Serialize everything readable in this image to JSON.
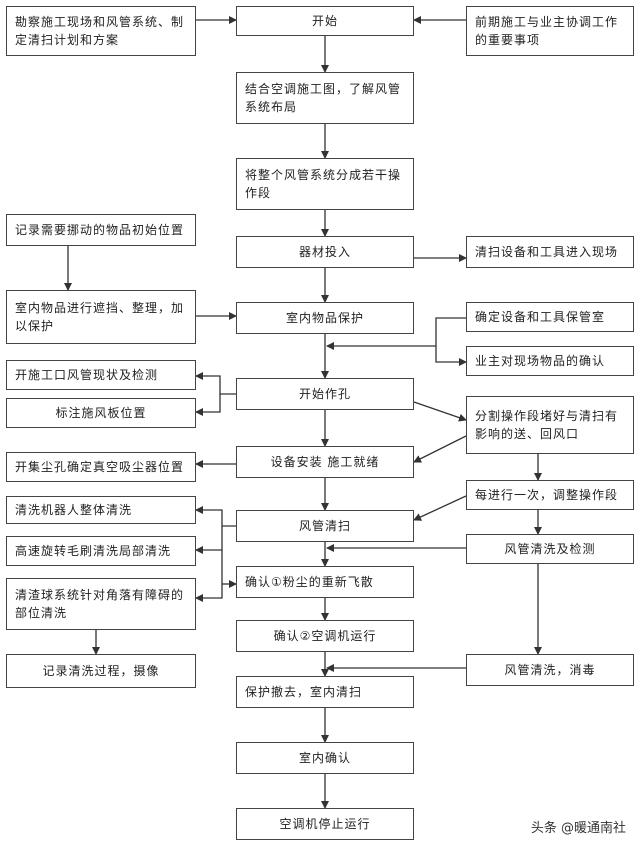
{
  "nodes": {
    "n_survey": "勘察施工现场和风管系统、制定清扫计划和方案",
    "n_start": "开始",
    "n_coord": "前期施工与业主协调工作的重要事项",
    "n_combine": "结合空调施工图，了解风管系统布局",
    "n_divide": "将整个风管系统分成若干操作段",
    "n_record_items": "记录需要挪动的物品初始位置",
    "n_equip_in": "器材投入",
    "n_tools_in": "清扫设备和工具进入现场",
    "n_cover": "室内物品进行遮挡、整理，加以保护",
    "n_protect": "室内物品保护",
    "n_store": "确定设备和工具保管室",
    "n_confirm_items": "业主对现场物品的确认",
    "n_inspect": "开施工口风管现状及检测",
    "n_hole": "开始作孔",
    "n_mark": "标注施风板位置",
    "n_split": "分割操作段堵好与清扫有影响的送、回风口",
    "n_dust": "开集尘孔确定真空吸尘器位置",
    "n_install": "设备安装 施工就绪",
    "n_robot": "清洗机器人整体清洗",
    "n_adjust": "每进行一次，调整操作段",
    "n_duct_clean": "风管清扫",
    "n_brush": "高速旋转毛刷清洗局部清洗",
    "n_wash_check": "风管清洗及检测",
    "n_ball": "清渣球系统针对角落有障碍的部位清洗",
    "n_confirm1": "确认①粉尘的重新飞散",
    "n_confirm2": "确认②空调机运行",
    "n_record_clean": "记录清洗过程，摄像",
    "n_disinfect": "风管清洗，消毒",
    "n_remove": "保护撤去，室内清扫",
    "n_indoor": "室内确认",
    "n_stop": "空调机停止运行"
  },
  "watermark": "头条 @暖通南社"
}
